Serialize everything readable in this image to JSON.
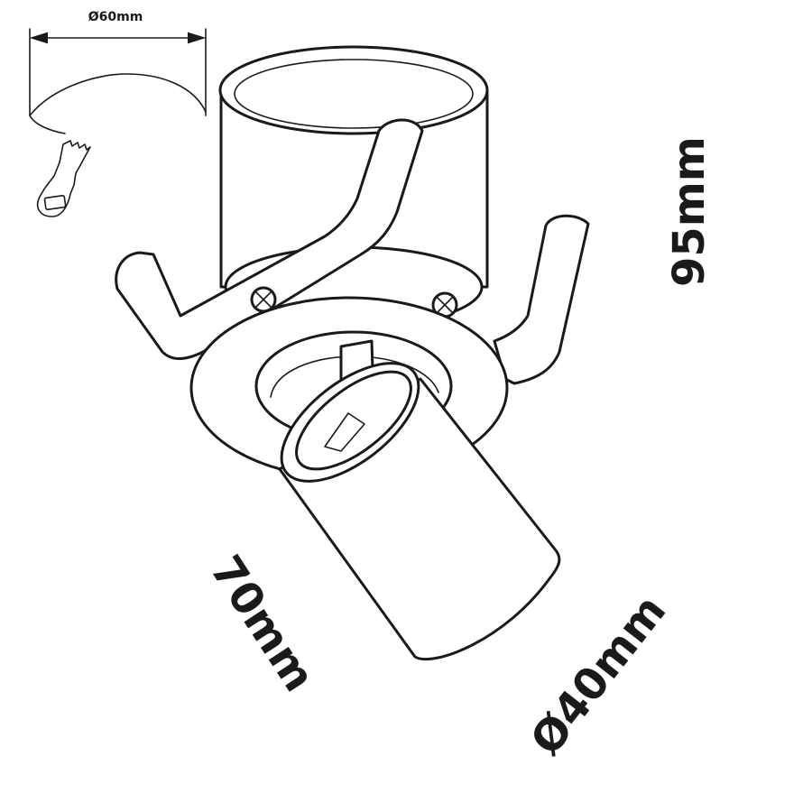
{
  "dimensions": {
    "cutout_diameter": "Ø60mm",
    "height": "95mm",
    "spot_length": "70mm",
    "spot_diameter": "Ø40mm"
  },
  "colors": {
    "line": "#1a1a1a",
    "fill": "#ffffff"
  },
  "icons": {
    "cutout_saw": "hole-saw-icon"
  }
}
